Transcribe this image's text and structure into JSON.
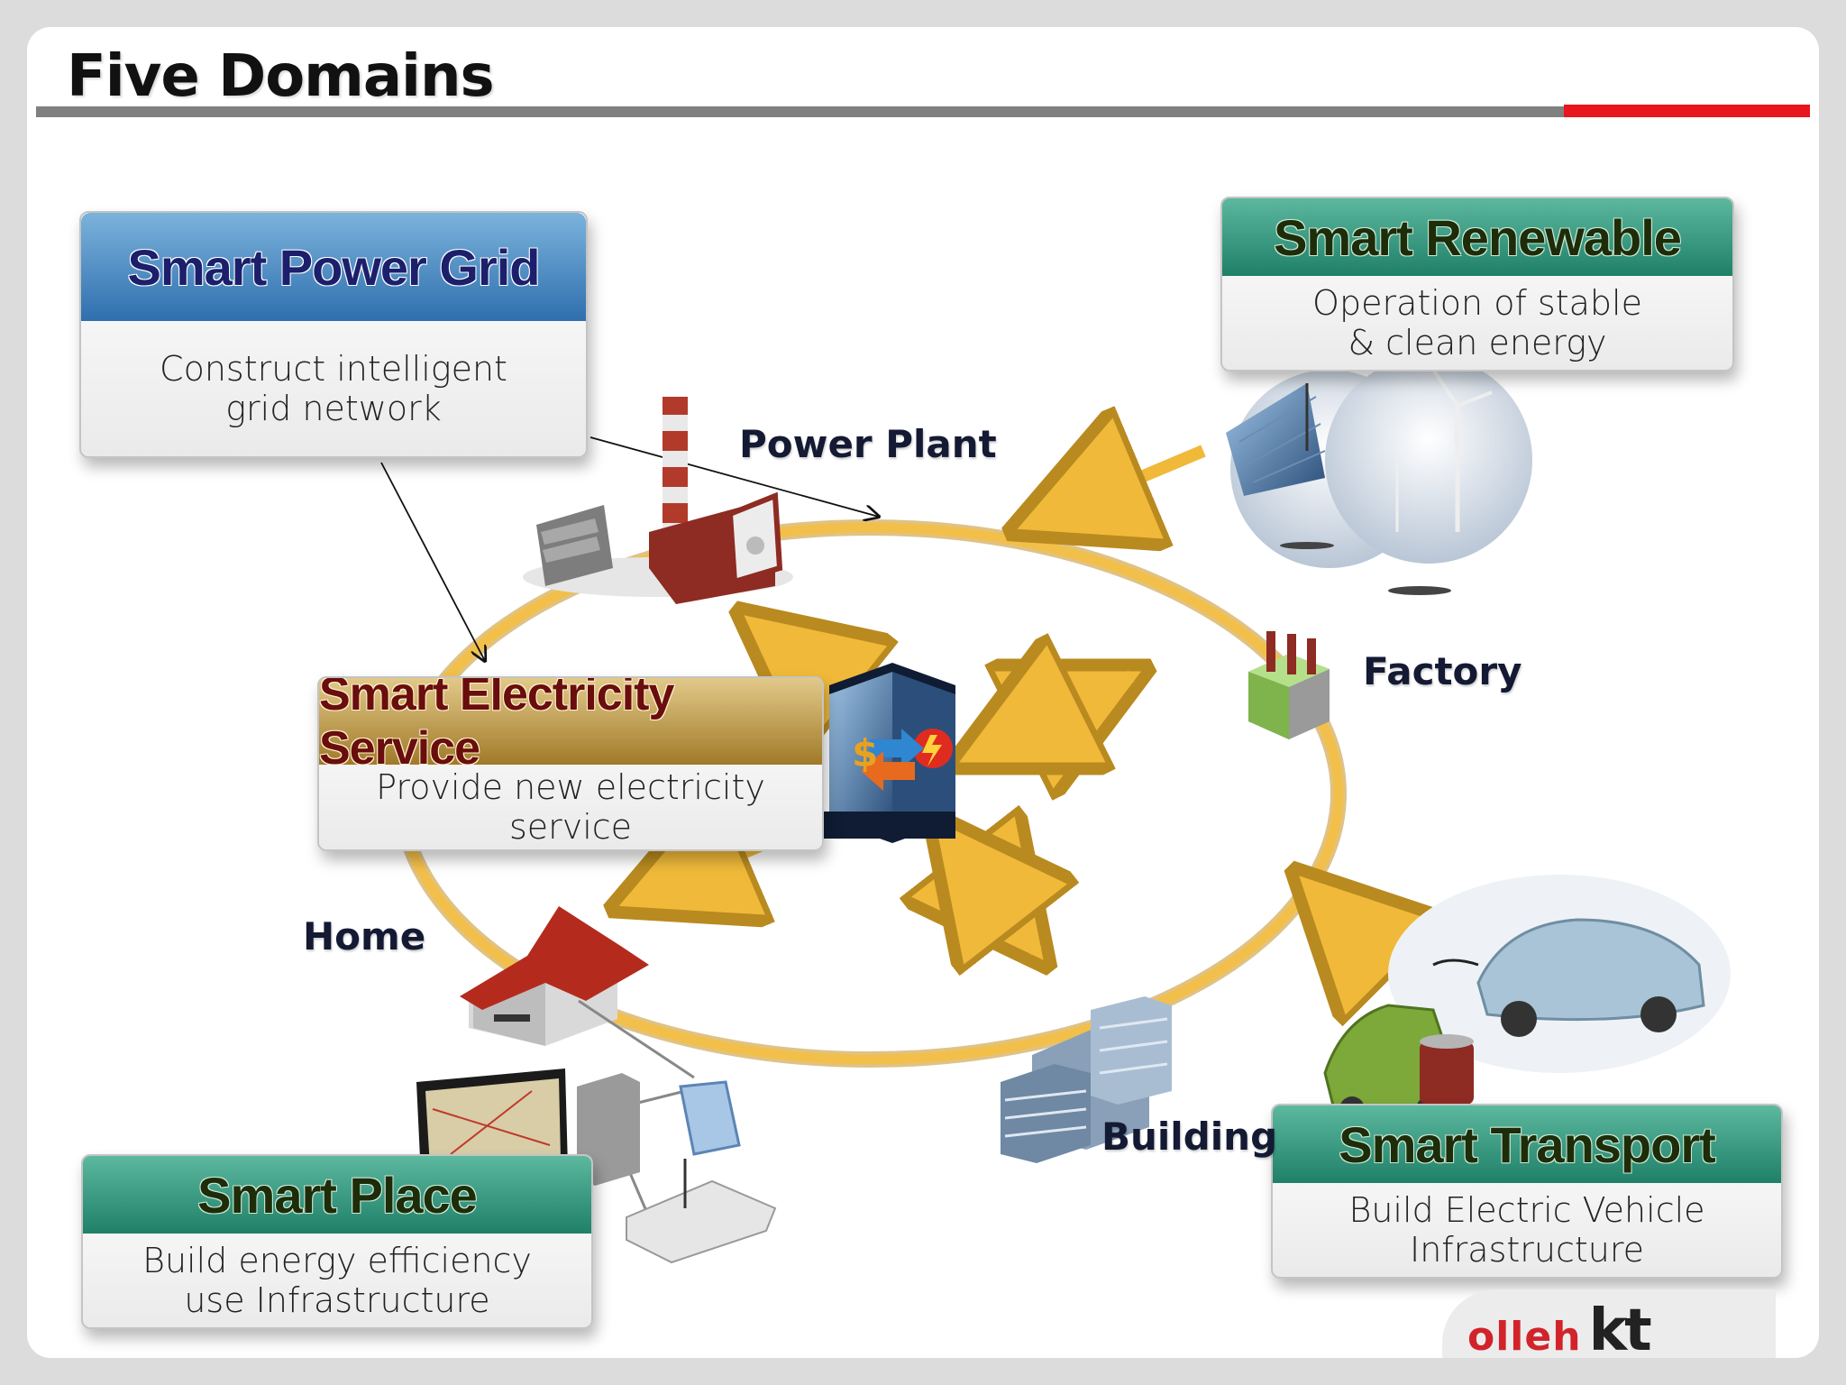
{
  "title": "Five Domains",
  "domains": {
    "power_grid": {
      "title": "Smart Power Grid",
      "desc": "Construct intelligent grid network"
    },
    "renewable": {
      "title": "Smart Renewable",
      "desc": "Operation of stable & clean energy"
    },
    "electricity": {
      "title": "Smart Electricity Service",
      "desc": "Provide new electricity service"
    },
    "place": {
      "title": "Smart Place",
      "desc": "Build energy efficiency use Infrastructure"
    },
    "transport": {
      "title": "Smart Transport",
      "desc": "Build Electric Vehicle Infrastructure"
    }
  },
  "nodes": {
    "power_plant": "Power Plant",
    "factory": "Factory",
    "home": "Home",
    "building": "Building"
  },
  "logo": {
    "part1": "olleh",
    "part2": "kt"
  },
  "colors": {
    "ring": "#f0b93a",
    "accent_red": "#e8141e",
    "rule_grey": "#808080",
    "teal": "#1f8068",
    "blue": "#2f6fae",
    "gold": "#a07a28"
  }
}
